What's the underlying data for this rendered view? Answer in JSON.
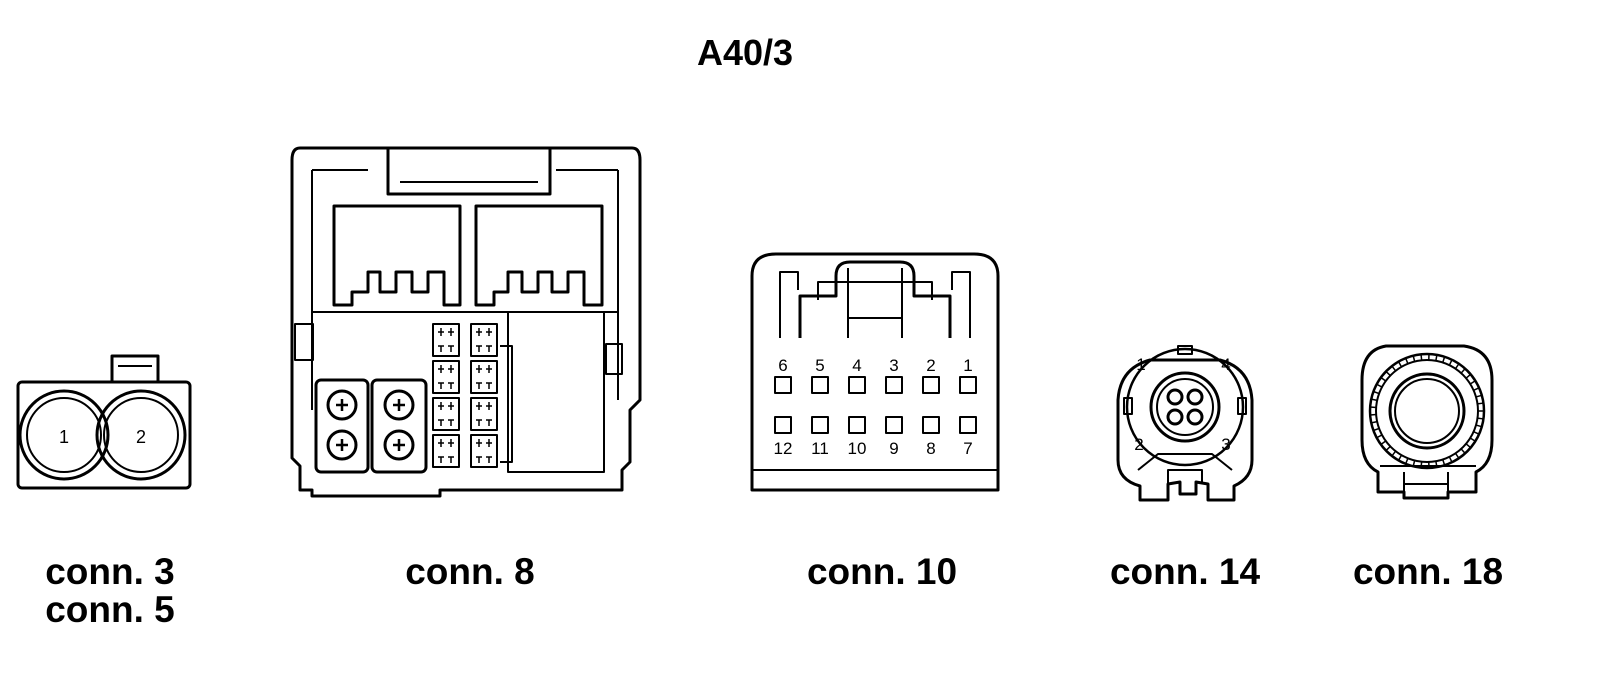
{
  "diagram": {
    "title": "A40/3",
    "conn_3_5": {
      "captions": [
        "conn. 3",
        "conn. 5"
      ],
      "pins": [
        "1",
        "2"
      ]
    },
    "conn_8": {
      "caption": "conn. 8"
    },
    "conn_10": {
      "caption": "conn. 10",
      "top_pins": [
        "6",
        "5",
        "4",
        "3",
        "2",
        "1"
      ],
      "bottom_pins": [
        "12",
        "11",
        "10",
        "9",
        "8",
        "7"
      ]
    },
    "conn_14": {
      "caption": "conn. 14",
      "pins": [
        "1",
        "4",
        "2",
        "3"
      ]
    },
    "conn_18": {
      "caption": "conn. 18"
    },
    "colors": {
      "line": "#000000",
      "background": "#ffffff"
    }
  }
}
